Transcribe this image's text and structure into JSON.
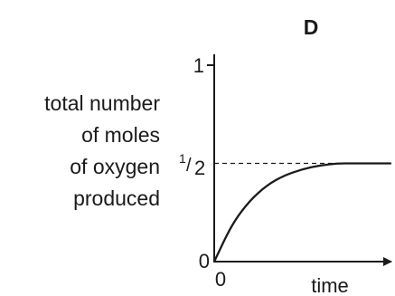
{
  "chart_data": {
    "type": "line",
    "title": "D",
    "xlabel": "time",
    "ylabel_lines": [
      "total number",
      "of moles",
      "of oxygen",
      "produced"
    ],
    "x_origin_label": "0",
    "y_tick_labels": {
      "zero": "0",
      "half_num": "1",
      "half_den": "2",
      "one": "1"
    },
    "ylim": [
      0,
      1
    ],
    "xlim": [
      0,
      1
    ],
    "series": [
      {
        "x": [
          0,
          0.1,
          0.2,
          0.3,
          0.4,
          0.5,
          0.6,
          0.7,
          0.8,
          0.9,
          1.0
        ],
        "y": [
          0,
          0.19,
          0.31,
          0.39,
          0.44,
          0.47,
          0.49,
          0.5,
          0.5,
          0.5,
          0.5
        ]
      }
    ],
    "reference_lines": [
      {
        "y": 0.5,
        "style": "dashed"
      }
    ],
    "grid": false
  }
}
